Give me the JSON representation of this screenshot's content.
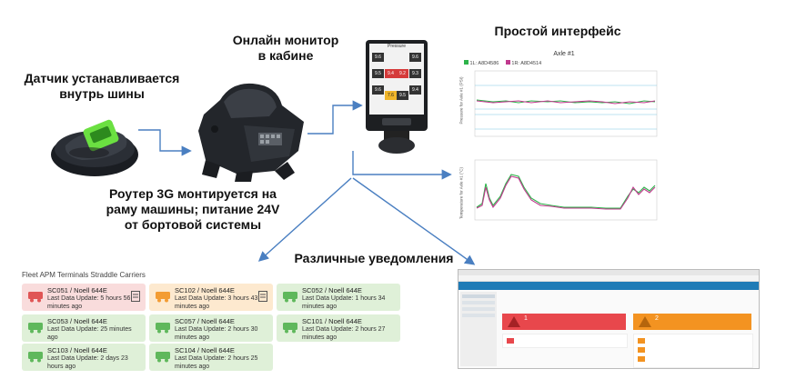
{
  "labels": {
    "sensor": "Датчик устанавливается\nвнутрь шины",
    "monitor": "Онлайн монитор\nв кабине",
    "interface": "Простой интерфейс",
    "router": "Роутер 3G монтируется  на\nраму машины; питание 24V\nот бортовой системы",
    "notifications": "Различные уведомления"
  },
  "device": {
    "header": "Pressure",
    "values_left": [
      "9.6",
      "9.5",
      "9.6",
      "7.6"
    ],
    "values_right": [
      "9.6",
      "9.3",
      "9.4",
      "9.5"
    ],
    "values_mid": [
      "9.4",
      "9.2"
    ]
  },
  "chart_top": {
    "title": "Axle #1",
    "legend": [
      "1L: A8D4586",
      "1R: A8D4514"
    ],
    "ylabel": "Pressure for Axle #1 (PSI)"
  },
  "chart_bottom": {
    "ylabel": "Temperature for Axle #1 (°C)"
  },
  "fleet": {
    "title": "Fleet APM Terminals Straddle Carriers",
    "cards": [
      {
        "name": "SC051 / Noell 644E",
        "update": "Last Data Update: 5 hours 56 minutes ago",
        "status": "red"
      },
      {
        "name": "SC102 / Noell 644E",
        "update": "Last Data Update: 3 hours 43 minutes ago",
        "status": "orange"
      },
      {
        "name": "SC052 / Noell 644E",
        "update": "Last Data Update: 1 hours 34 minutes ago",
        "status": "green"
      },
      {
        "name": "SC053 / Noell 644E",
        "update": "Last Data Update: 25 minutes ago",
        "status": "green"
      },
      {
        "name": "SC057 / Noell 644E",
        "update": "Last Data Update: 2 hours 30 minutes ago",
        "status": "green"
      },
      {
        "name": "SC101 / Noell 644E",
        "update": "Last Data Update: 2 hours 27 minutes ago",
        "status": "green"
      },
      {
        "name": "SC103 / Noell 644E",
        "update": "Last Data Update: 2 days 23 hours ago",
        "status": "green"
      },
      {
        "name": "SC104 / Noell 644E",
        "update": "Last Data Update: 2 hours 25 minutes ago",
        "status": "green"
      }
    ]
  },
  "browser": {
    "red_count": "1",
    "orange_count": "2"
  },
  "colors": {
    "arrow": "#4a7fc1",
    "series_green": "#2db34a",
    "series_magenta": "#c0398e",
    "alert_red": "#e8474c",
    "alert_orange": "#f39321"
  }
}
